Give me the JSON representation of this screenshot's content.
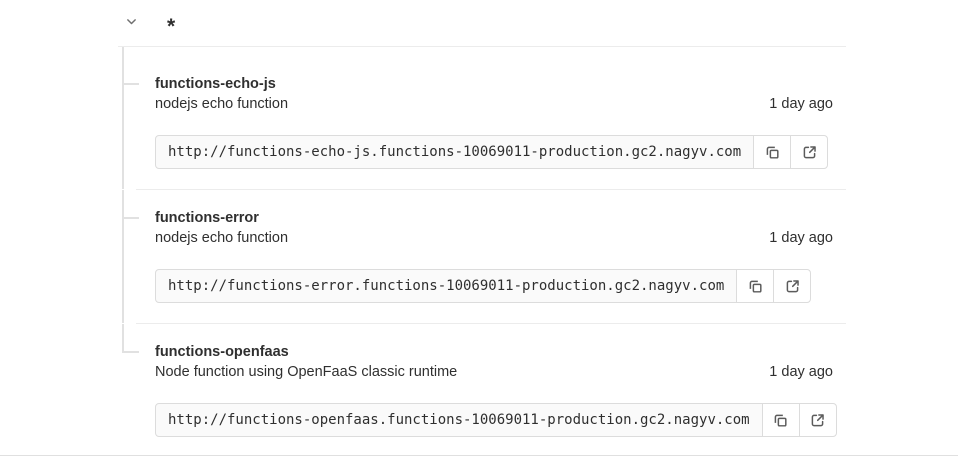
{
  "section": {
    "scope_label": "*"
  },
  "functions": [
    {
      "name": "functions-echo-js",
      "description": "nodejs echo function",
      "updated": "1 day ago",
      "url": "http://functions-echo-js.functions-10069011-production.gc2.nagyv.com"
    },
    {
      "name": "functions-error",
      "description": "nodejs echo function",
      "updated": "1 day ago",
      "url": "http://functions-error.functions-10069011-production.gc2.nagyv.com"
    },
    {
      "name": "functions-openfaas",
      "description": "Node function using OpenFaaS classic runtime",
      "updated": "1 day ago",
      "url": "http://functions-openfaas.functions-10069011-production.gc2.nagyv.com"
    }
  ],
  "icons": {
    "collapse": "chevron-down",
    "copy": "copy-to-clipboard",
    "open_external": "external-link"
  },
  "colors": {
    "text": "#2f2f2f",
    "divider": "#ececec",
    "tree_line": "#e1e1e1",
    "field_border": "#dcdcdc",
    "field_background": "#fafafa",
    "icon": "#5b5b5b"
  }
}
